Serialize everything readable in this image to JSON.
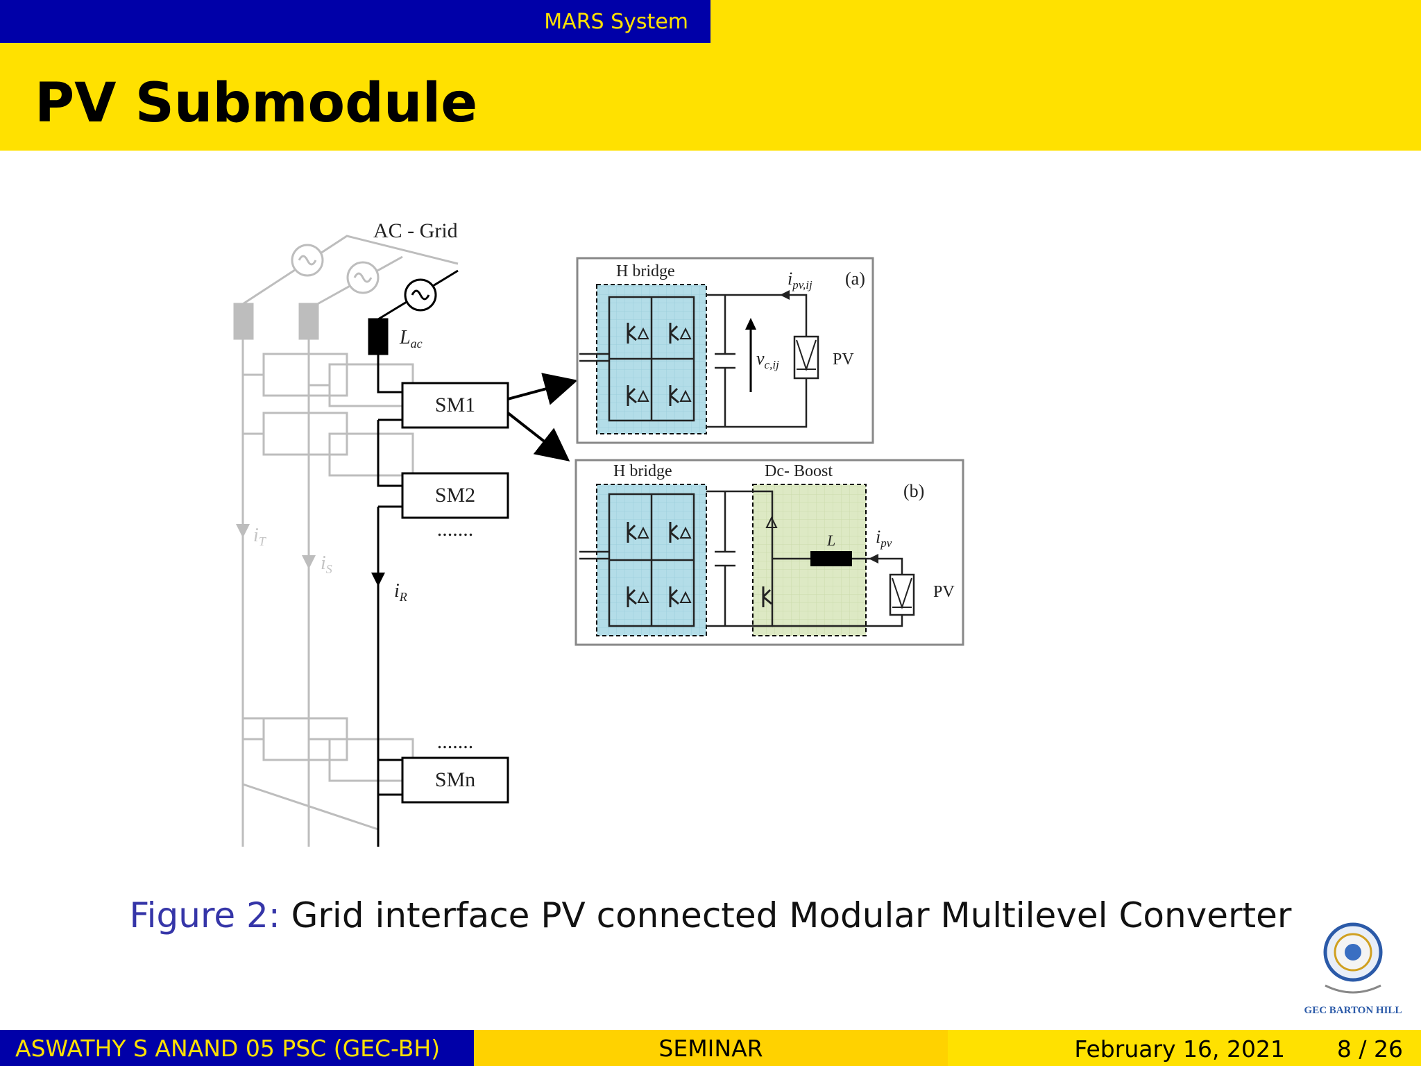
{
  "header": {
    "section": "MARS System",
    "title": "PV Submodule"
  },
  "figure": {
    "grid_label": "AC - Grid",
    "inductor_label": "L",
    "inductor_sub": "ac",
    "submodules": [
      "SM1",
      "SM2",
      "SMn"
    ],
    "dots": ".......",
    "currents": {
      "r_main": "i",
      "r_sub": "R",
      "s_main": "i",
      "s_sub": "S",
      "t_main": "i",
      "t_sub": "T"
    },
    "panel_a": {
      "hbridge": "H bridge",
      "tag": "(a)",
      "ipv_main": "i",
      "ipv_sub": "pv,ij",
      "vc_main": "v",
      "vc_sub": "c,ij",
      "pv": "PV"
    },
    "panel_b": {
      "hbridge": "H bridge",
      "boost": "Dc- Boost",
      "tag": "(b)",
      "L": "L",
      "ipv_main": "i",
      "ipv_sub": "pv",
      "pv": "PV"
    }
  },
  "caption": {
    "label": "Figure 2:",
    "text": "Grid interface PV connected Modular Multilevel Converter"
  },
  "logo": {
    "text": "GEC BARTON HILL"
  },
  "footer": {
    "author": "ASWATHY S ANAND 05 PSC  (GEC-BH)",
    "event": "SEMINAR",
    "date": "February 16, 2021",
    "page": "8 / 26"
  },
  "colors": {
    "navy": "#0000a8",
    "yellow": "#ffe100",
    "hbridge_fill": "#b3dde8",
    "boost_fill": "#dde9c4"
  }
}
